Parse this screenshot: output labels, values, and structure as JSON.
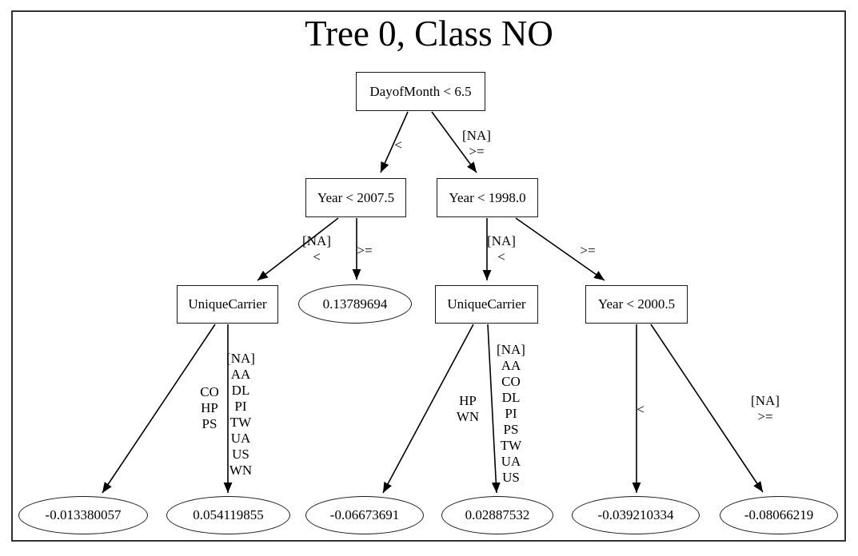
{
  "title": "Tree 0, Class NO",
  "tree": {
    "nodes": [
      {
        "id": "root",
        "label": "DayofMonth < 6.5",
        "shape": "box"
      },
      {
        "id": "year2007",
        "label": "Year < 2007.5",
        "shape": "box"
      },
      {
        "id": "year1998",
        "label": "Year < 1998.0",
        "shape": "box"
      },
      {
        "id": "uniquecarrier1",
        "label": "UniqueCarrier",
        "shape": "box"
      },
      {
        "id": "leaf-a",
        "label": "0.13789694",
        "shape": "ellipse"
      },
      {
        "id": "uniquecarrier2",
        "label": "UniqueCarrier",
        "shape": "box"
      },
      {
        "id": "year2000",
        "label": "Year < 2000.5",
        "shape": "box"
      },
      {
        "id": "leaf-b",
        "label": "-0.013380057",
        "shape": "ellipse"
      },
      {
        "id": "leaf-c",
        "label": "0.054119855",
        "shape": "ellipse"
      },
      {
        "id": "leaf-d",
        "label": "-0.06673691",
        "shape": "ellipse"
      },
      {
        "id": "leaf-e",
        "label": "0.02887532",
        "shape": "ellipse"
      },
      {
        "id": "leaf-f",
        "label": "-0.039210334",
        "shape": "ellipse"
      },
      {
        "id": "leaf-g",
        "label": "-0.08066219",
        "shape": "ellipse"
      }
    ],
    "edges": [
      {
        "from": "root",
        "to": "year2007",
        "label": "<"
      },
      {
        "from": "root",
        "to": "year1998",
        "label": "[NA]\n>="
      },
      {
        "from": "year2007",
        "to": "uniquecarrier1",
        "label": "[NA]\n<"
      },
      {
        "from": "year2007",
        "to": "leaf-a",
        "label": ">="
      },
      {
        "from": "year1998",
        "to": "uniquecarrier2",
        "label": "[NA]\n<"
      },
      {
        "from": "year1998",
        "to": "year2000",
        "label": ">="
      },
      {
        "from": "uniquecarrier1",
        "to": "leaf-b",
        "label": "CO\nHP\nPS"
      },
      {
        "from": "uniquecarrier1",
        "to": "leaf-c",
        "label": "[NA]\nAA\nDL\nPI\nTW\nUA\nUS\nWN"
      },
      {
        "from": "uniquecarrier2",
        "to": "leaf-d",
        "label": "HP\nWN"
      },
      {
        "from": "uniquecarrier2",
        "to": "leaf-e",
        "label": "[NA]\nAA\nCO\nDL\nPI\nPS\nTW\nUA\nUS"
      },
      {
        "from": "year2000",
        "to": "leaf-f",
        "label": "<"
      },
      {
        "from": "year2000",
        "to": "leaf-g",
        "label": "[NA]\n>="
      }
    ]
  }
}
